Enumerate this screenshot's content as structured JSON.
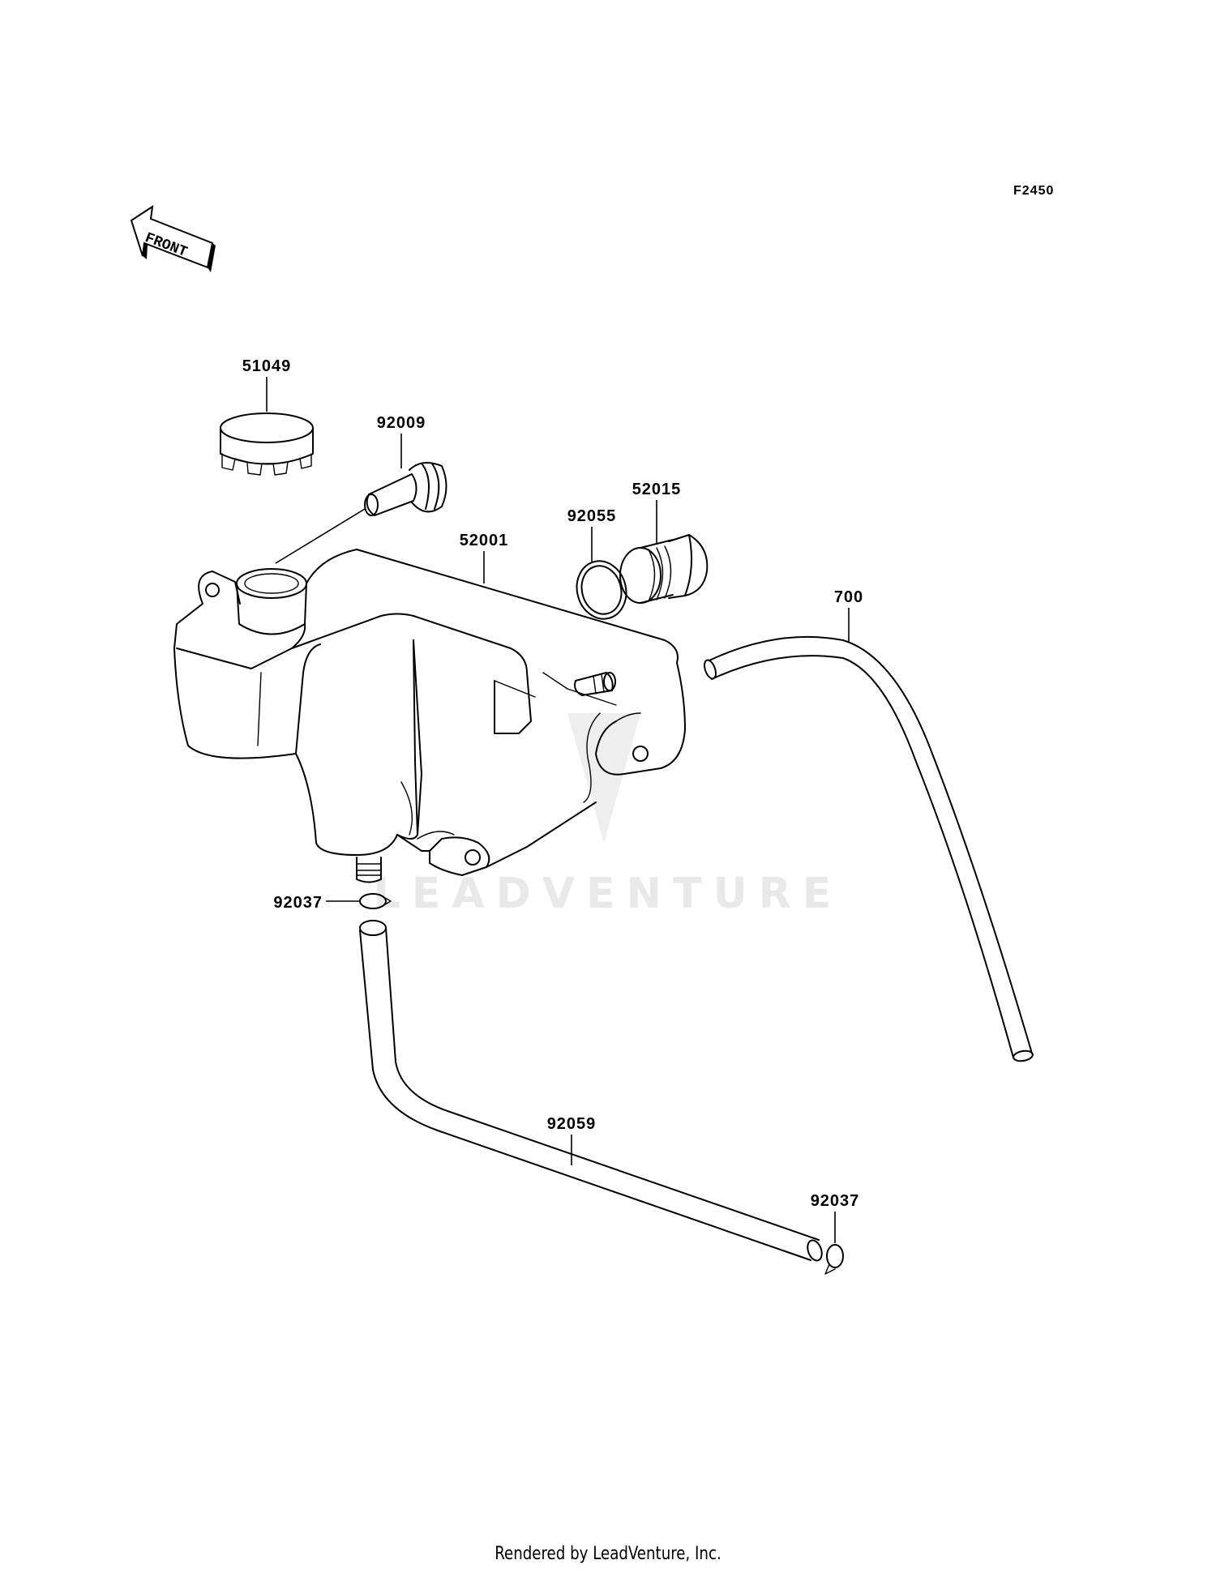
{
  "diagram_code": "F2450",
  "front_indicator": "FRONT",
  "watermark": "LEADVENTURE",
  "footer": "Rendered by LeadVenture, Inc.",
  "parts": [
    {
      "number": "51049"
    },
    {
      "number": "92009"
    },
    {
      "number": "92055"
    },
    {
      "number": "52015"
    },
    {
      "number": "52001"
    },
    {
      "number": "700"
    },
    {
      "number": "92037"
    },
    {
      "number": "92059"
    },
    {
      "number": "92037"
    }
  ]
}
